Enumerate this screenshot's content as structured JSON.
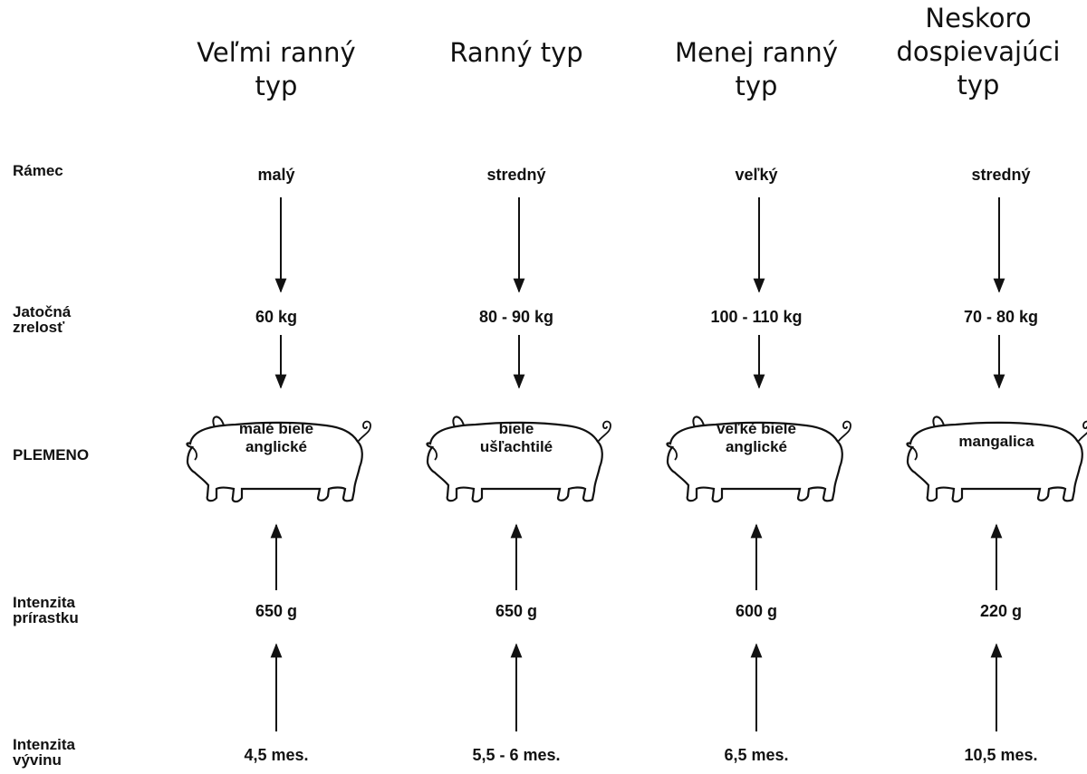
{
  "columns": [
    {
      "header": [
        "Veľmi ranný",
        "typ"
      ],
      "ramec": "malý",
      "jatocna_zrelost": "60 kg",
      "plemeno": [
        "malé biele",
        "anglické"
      ],
      "intenzita_prirastku": "650 g",
      "intenzita_vyvinu": "4,5 mes."
    },
    {
      "header": [
        "Ranný typ"
      ],
      "ramec": "stredný",
      "jatocna_zrelost": "80 - 90 kg",
      "plemeno": [
        "biele",
        "ušľachtilé"
      ],
      "intenzita_prirastku": "650 g",
      "intenzita_vyvinu": "5,5 - 6 mes."
    },
    {
      "header": [
        "Menej ranný",
        "typ"
      ],
      "ramec": "veľký",
      "jatocna_zrelost": "100 - 110 kg",
      "plemeno": [
        "veľké biele",
        "anglické"
      ],
      "intenzita_prirastku": "600 g",
      "intenzita_vyvinu": "6,5 mes."
    },
    {
      "header": [
        "Neskoro",
        "dospievajúci",
        "typ"
      ],
      "ramec": "stredný",
      "jatocna_zrelost": "70 - 80 kg",
      "plemeno": [
        "mangalica"
      ],
      "intenzita_prirastku": "220 g",
      "intenzita_vyvinu": "10,5 mes."
    }
  ],
  "rows": {
    "ramec": [
      "Rámec"
    ],
    "jatocna_zrelost": [
      "Jatočná",
      "zrelosť"
    ],
    "plemeno": [
      "PLEMENO"
    ],
    "intenzita_prirastku": [
      "Intenzita",
      "prírastku"
    ],
    "intenzita_vyvinu": [
      "Intenzita",
      "vývinu"
    ]
  },
  "icons": {
    "pig": "pig-outline-icon",
    "arrow_down": "arrow-down-icon",
    "arrow_up": "arrow-up-icon"
  }
}
